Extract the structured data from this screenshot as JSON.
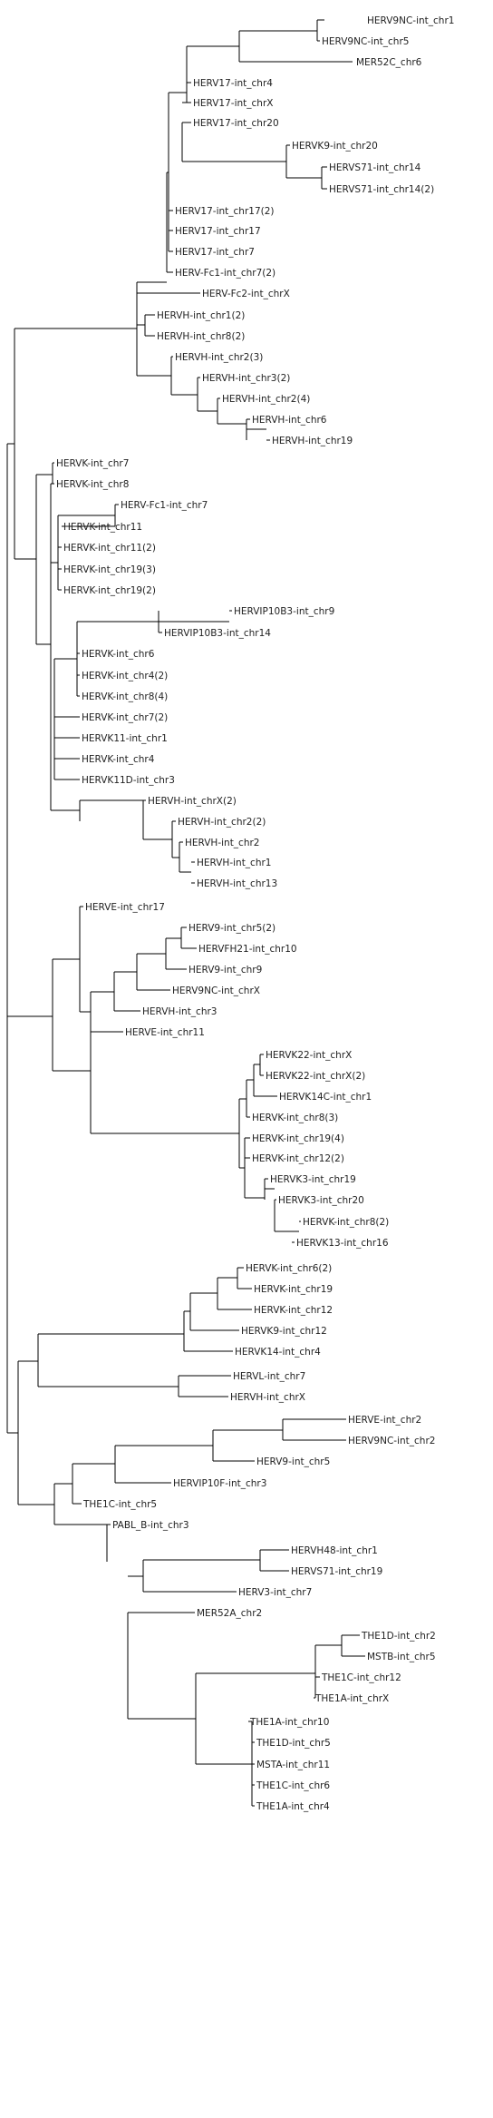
{
  "tree": {
    "leaves": [
      "HERV9NC-int_chr1",
      "HERV9NC-int_chr5",
      "MER52C_chr6",
      "HERV17-int_chr4",
      "HERV17-int_chrX",
      "HERV17-int_chr20",
      "HERVK9-int_chr20",
      "HERVS71-int_chr14",
      "HERVS71-int_chr14(2)",
      "HERV17-int_chr17(2)",
      "HERV17-int_chr17",
      "HERV17-int_chr7",
      "HERV-Fc1-int_chr7(2)",
      "HERV-Fc2-int_chrX",
      "HERVH-int_chr1(2)",
      "HERVH-int_chr8(2)",
      "HERVH-int_chr2(3)",
      "HERVH-int_chr3(2)",
      "HERVH-int_chr2(4)",
      "HERVH-int_chr6",
      "HERVH-int_chr19",
      "HERVK-int_chr7",
      "HERVK-int_chr8",
      "HERV-Fc1-int_chr7",
      "HERVK-int_chr11",
      "HERVK-int_chr11(2)",
      "HERVK-int_chr19(3)",
      "HERVK-int_chr19(2)",
      "HERVIP10B3-int_chr9",
      "HERVIP10B3-int_chr14",
      "HERVK-int_chr6",
      "HERVK-int_chr4(2)",
      "HERVK-int_chr8(4)",
      "HERVK-int_chr7(2)",
      "HERVK11-int_chr1",
      "HERVK-int_chr4",
      "HERVK11D-int_chr3",
      "HERVH-int_chrX(2)",
      "HERVH-int_chr2(2)",
      "HERVH-int_chr2",
      "HERVH-int_chr1",
      "HERVH-int_chr13",
      "HERVE-int_chr17",
      "HERV9-int_chr5(2)",
      "HERVFH21-int_chr10",
      "HERV9-int_chr9",
      "HERV9NC-int_chrX",
      "HERVH-int_chr3",
      "HERVE-int_chr11",
      "HERVK22-int_chrX",
      "HERVK22-int_chrX(2)",
      "HERVK14C-int_chr1",
      "HERVK-int_chr8(3)",
      "HERVK-int_chr19(4)",
      "HERVK-int_chr12(2)",
      "HERVK3-int_chr19",
      "HERVK3-int_chr20",
      "HERVK-int_chr8(2)",
      "HERVK13-int_chr16",
      "HERVK-int_chr6(2)",
      "HERVK-int_chr19",
      "HERVK-int_chr12",
      "HERVK9-int_chr12",
      "HERVK14-int_chr4",
      "HERVL-int_chr7",
      "HERVH-int_chrX",
      "HERVE-int_chr2",
      "HERV9NC-int_chr2",
      "HERV9-int_chr5",
      "HERVIP10F-int_chr3",
      "THE1C-int_chr5",
      "PABL_B-int_chr3",
      "HERVH48-int_chr1",
      "HERVS71-int_chr19",
      "HERV3-int_chr7",
      "MER52A_chr2",
      "THE1D-int_chr2",
      "MSTB-int_chr5",
      "THE1C-int_chr12",
      "THE1A-int_chrX",
      "THE1A-int_chr10",
      "THE1D-int_chr5",
      "MSTA-int_chr11",
      "THE1C-int_chr6",
      "THE1A-int_chr4"
    ]
  }
}
